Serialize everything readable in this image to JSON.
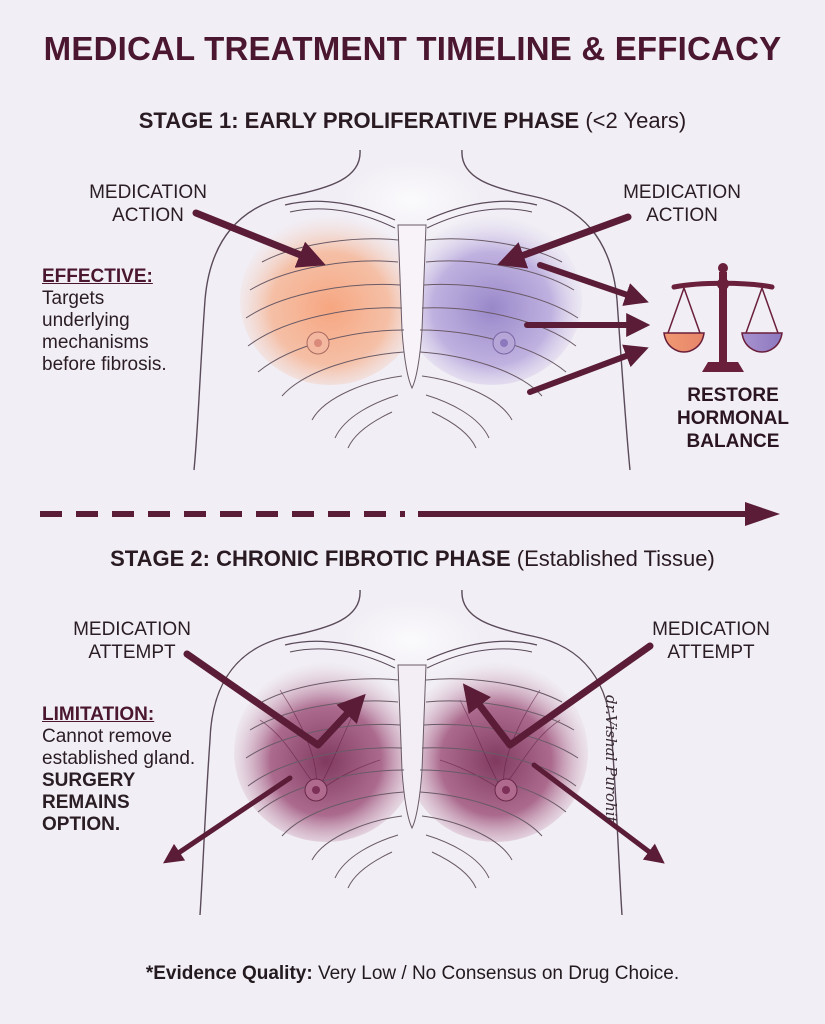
{
  "title": "MEDICAL TREATMENT TIMELINE & EFFICACY",
  "stage1": {
    "heading_bold": "STAGE 1: EARLY PROLIFERATIVE PHASE",
    "heading_sub": "(<2 Years)",
    "label_left": "MEDICATION ACTION",
    "label_right": "MEDICATION ACTION",
    "effect_heading": "EFFECTIVE:",
    "effect_text": "Targets underlying mechanisms before fibrosis.",
    "outcome": "RESTORE HORMONAL BALANCE",
    "outcome_icon": "balance-scale-icon"
  },
  "stage2": {
    "heading_bold": "STAGE 2: CHRONIC FIBROTIC PHASE",
    "heading_sub": "(Established Tissue)",
    "label_left": "MEDICATION ATTEMPT",
    "label_right": "MEDICATION ATTEMPT",
    "limit_heading": "LIMITATION:",
    "limit_text": "Cannot remove established gland.",
    "limit_bold": "SURGERY REMAINS OPTION."
  },
  "signature": "dr.Vishal Purohit",
  "footnote": {
    "bold": "*Evidence Quality:",
    "text": "Very Low / No Consensus on Drug Choice."
  },
  "colors": {
    "title": "#4a1630",
    "arrow": "#5a1c36",
    "stage1_left_tissue": "#f39a73",
    "stage1_right_tissue": "#9a86c8",
    "stage2_tissue": "#8a3c66",
    "background": "#f1eef5"
  }
}
